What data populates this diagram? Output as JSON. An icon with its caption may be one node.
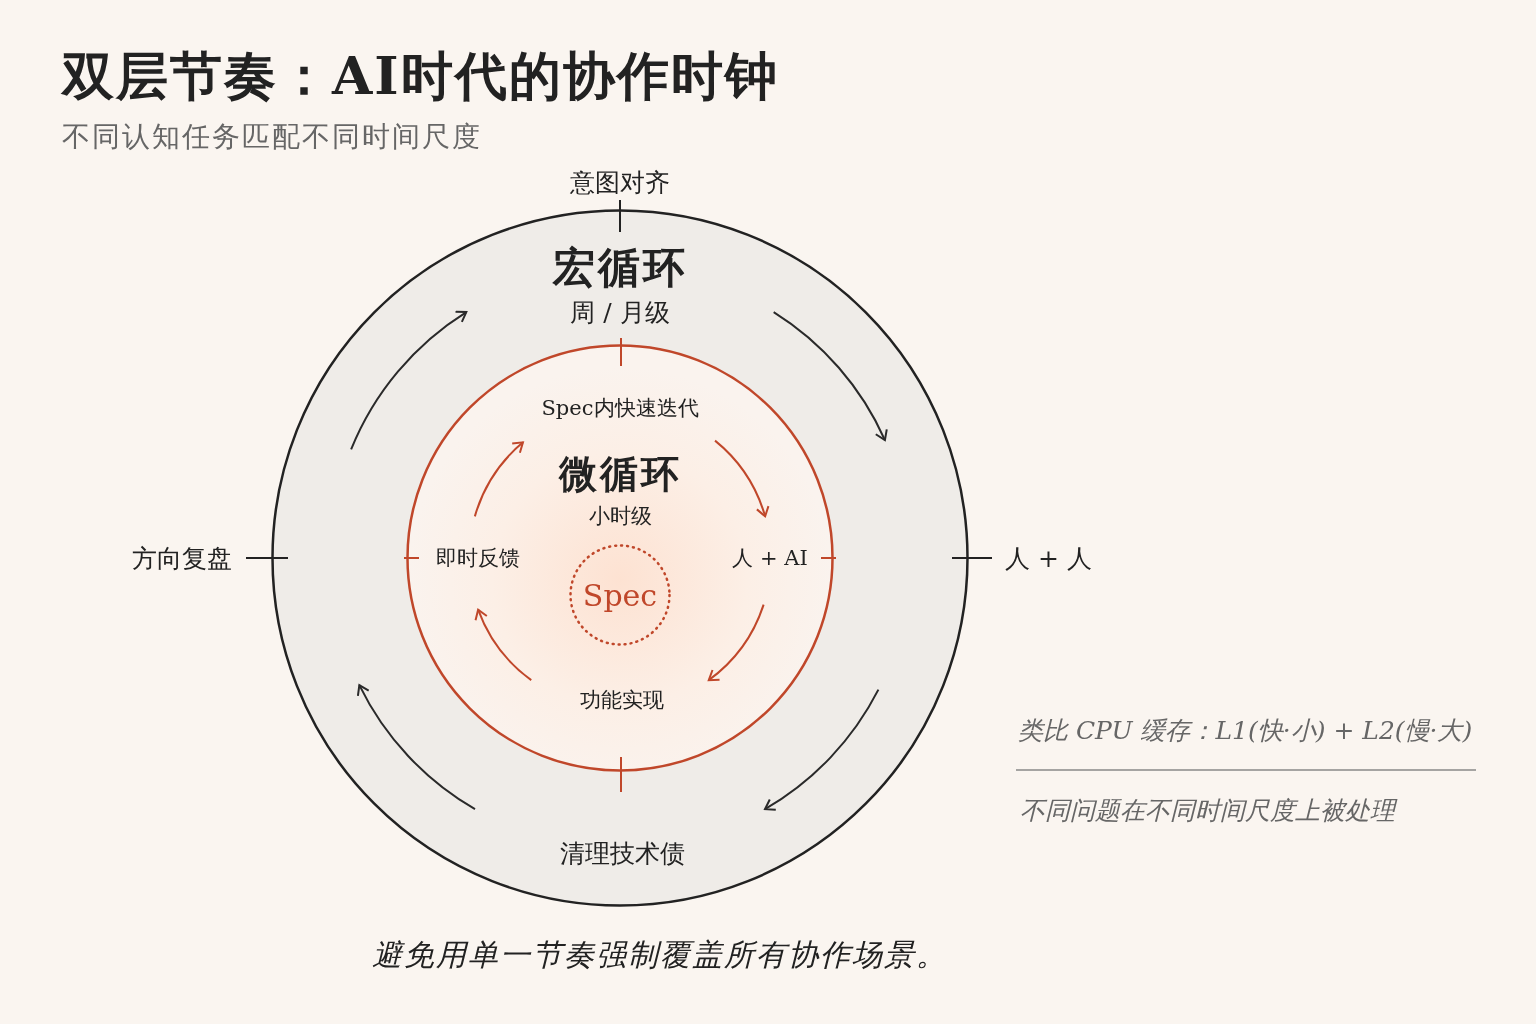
{
  "diagram": {
    "title": "双层节奏：AI时代的协作时钟",
    "caption": "避免用单一节奏强制覆盖所有协作场景。",
    "nodes": [
      {
        "text": [
          "宏循环",
          "周 / 月级"
        ],
        "beside": [
          "意图对齐",
          "人 + 人",
          "清理技术债",
          "方向复盘"
        ]
      },
      {
        "text": [
          "微循环",
          "小时级"
        ],
        "in": 0,
        "beside": [
          "Spec内快速迭代",
          "人 + AI",
          "功能实现",
          "即时反馈"
        ]
      },
      {
        "text": [
          "Spec"
        ],
        "in": 1
      }
    ],
    "labels": [
      "不同认知任务匹配不同时间尺度",
      "类比 CPU 缓存：L1(快·小) + L2(慢·大)",
      "不同问题在不同时间尺度上被处理"
    ]
  }
}
